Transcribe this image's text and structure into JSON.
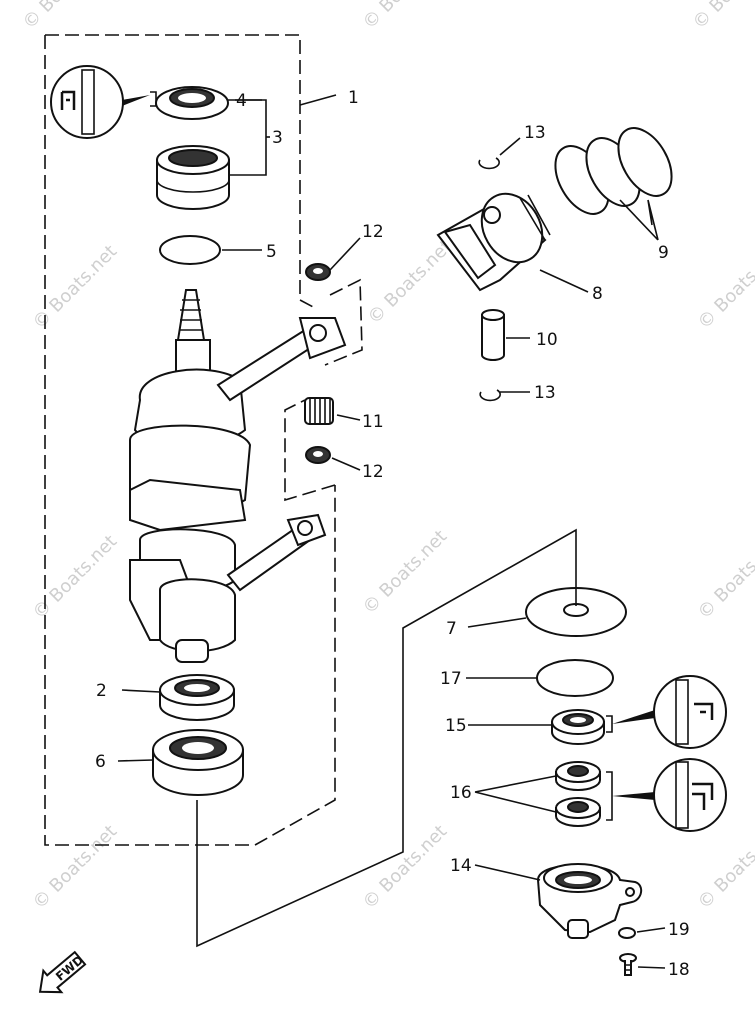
{
  "watermark": "© Boats.net",
  "fwd_label": "FWD",
  "callouts": {
    "c1": "1",
    "c2": "2",
    "c3": "3",
    "c4": "4",
    "c5": "5",
    "c6": "6",
    "c7": "7",
    "c8": "8",
    "c9": "9",
    "c10": "10",
    "c11": "11",
    "c12a": "12",
    "c12b": "12",
    "c13a": "13",
    "c13b": "13",
    "c14": "14",
    "c15": "15",
    "c16": "16",
    "c17": "17",
    "c18": "18",
    "c19": "19"
  }
}
